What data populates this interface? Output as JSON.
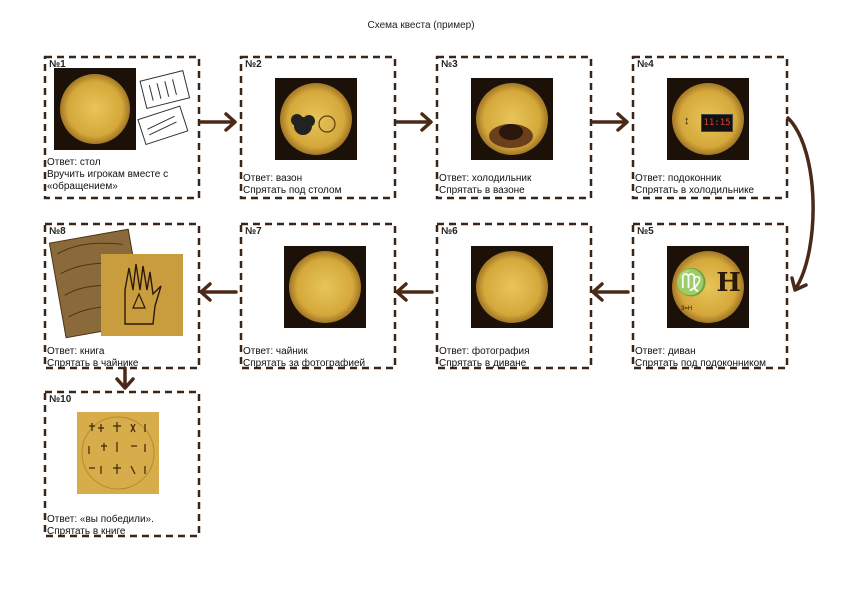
{
  "title": "Схема квеста (пример)",
  "colors": {
    "dashed_border": "#3a2618",
    "arrow": "#4a2a16",
    "gold": "#d9ad45"
  },
  "cards": [
    {
      "num": "№1",
      "lines": [
        "Ответ: стол",
        "Вручить игрокам вместе с",
        "«обращением»"
      ]
    },
    {
      "num": "№2",
      "lines": [
        "Ответ: вазон",
        "Спрятать под столом"
      ]
    },
    {
      "num": "№3",
      "lines": [
        "Ответ: холодильник",
        "Спрятать в вазоне"
      ]
    },
    {
      "num": "№4",
      "lines": [
        "Ответ: подоконник",
        "Спрятать в холодильнике"
      ],
      "clock": "11:15"
    },
    {
      "num": "№5",
      "lines": [
        "Ответ: диван",
        "Спрятать под подоконником"
      ],
      "sign": "♍ Н",
      "sign_caption": "3=Н"
    },
    {
      "num": "№6",
      "lines": [
        "Ответ: фотография",
        "Спрятать в диване"
      ]
    },
    {
      "num": "№7",
      "lines": [
        "Ответ: чайник",
        "Спрятать за фотографией"
      ]
    },
    {
      "num": "№8",
      "lines": [
        "Ответ: книга",
        "Спрятать в чайнике"
      ]
    },
    {
      "num": "№10",
      "lines": [
        "Ответ:  «вы победили».",
        "Спрятать в книге"
      ]
    }
  ]
}
